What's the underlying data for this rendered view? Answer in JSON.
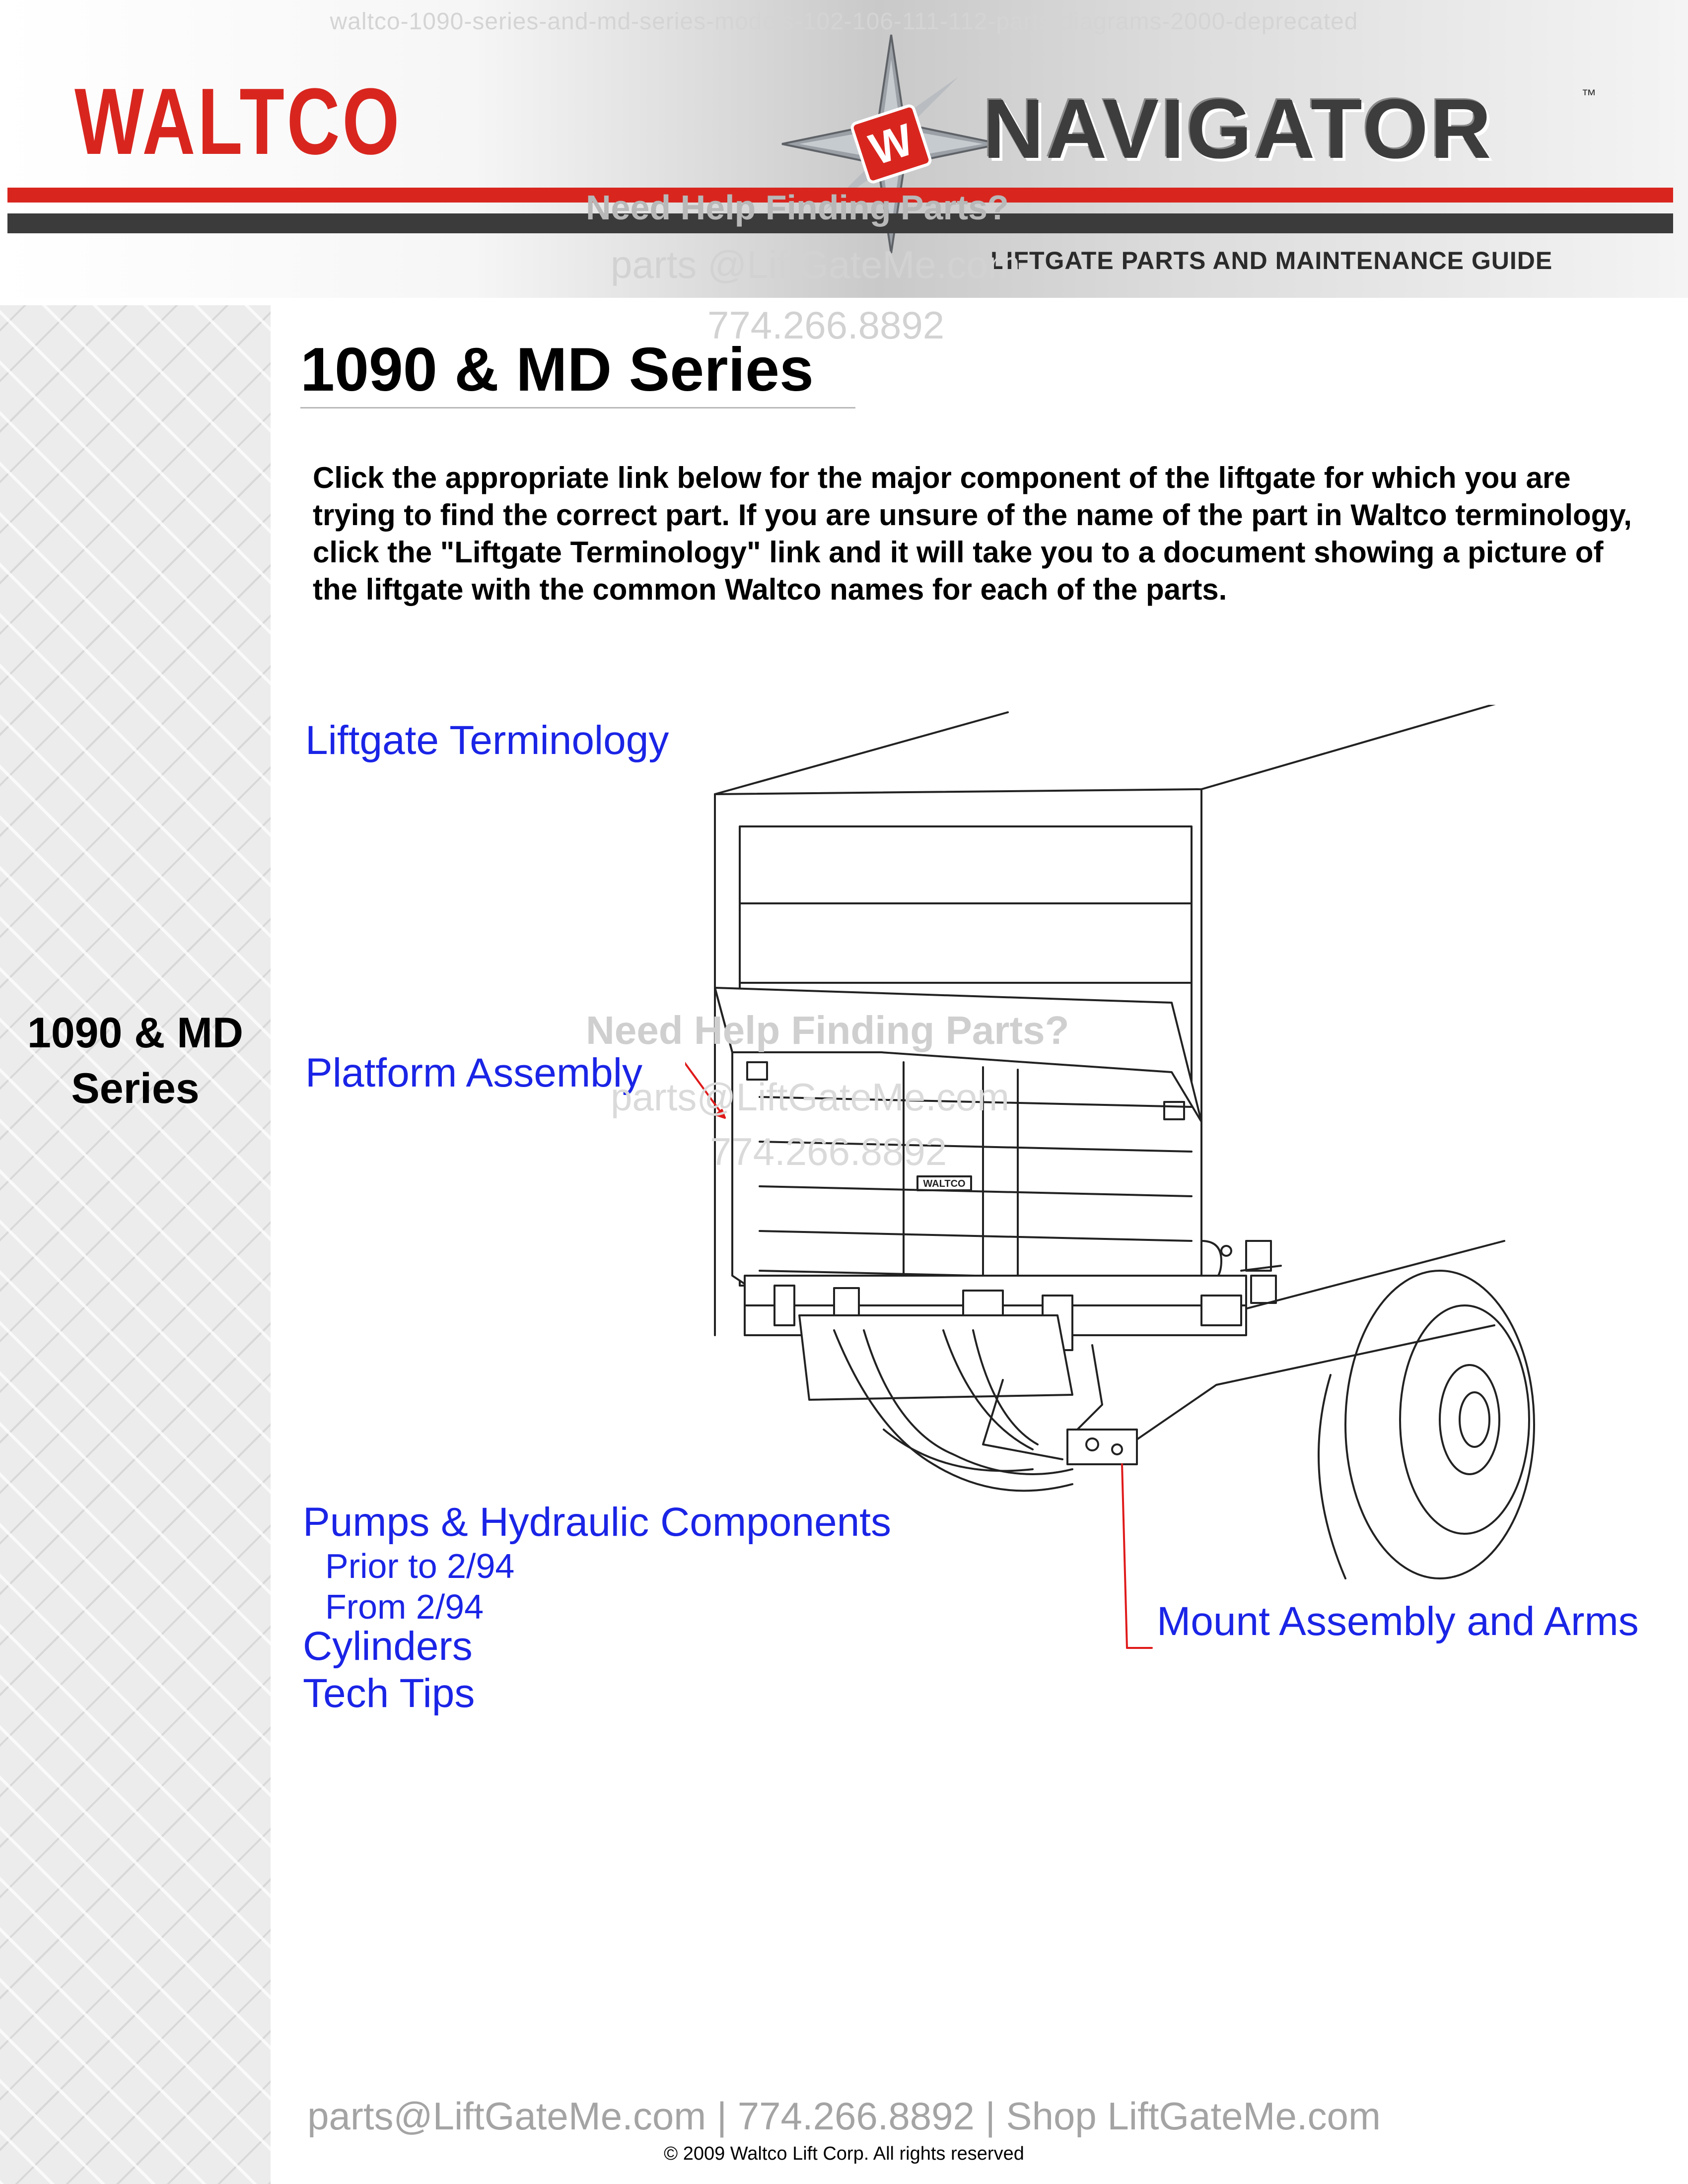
{
  "document_slug": "waltco-1090-series-and-md-series-models-102-106-111-112-parts-diagrams-2000-deprecated",
  "header": {
    "brand": "WALTCO",
    "badge_letter": "W",
    "product_logo": "NAVIGATOR",
    "trademark": "™",
    "subtitle": "LIFTGATE PARTS AND MAINTENANCE GUIDE"
  },
  "watermark": {
    "cta": "Need Help Finding Parts?",
    "email": "parts @LiftGateMe.com",
    "email_mid": "parts@LiftGateMe.com",
    "phone": "774.266.8892"
  },
  "sidebar": {
    "title_line1": "1090 & MD",
    "title_line2": "Series"
  },
  "main": {
    "title": "1090 & MD Series",
    "intro": "Click the appropriate link below for the major component of the liftgate for which you are trying to find the correct part. If you are unsure of the name of the part in Waltco terminology, click the \"Liftgate Terminology\" link and it will take you to a document showing a picture of the liftgate with the common Waltco names for each of the parts."
  },
  "links": {
    "liftgate_terminology": "Liftgate Terminology",
    "platform_assembly": "Platform Assembly",
    "pumps_hydraulic": "Pumps & Hydraulic Components",
    "prior_to": "Prior to 2/94",
    "from": "From 2/94",
    "cylinders": "Cylinders",
    "tech_tips": "Tech Tips",
    "mount_assembly": "Mount Assembly and Arms"
  },
  "diagram": {
    "plate_label": "WALTCO"
  },
  "colors": {
    "brand_red": "#d8261f",
    "link_blue": "#1a24e6",
    "dark_stripe": "#3b3b3b"
  },
  "footer": {
    "contact": "parts@LiftGateMe.com | 774.266.8892 | Shop LiftGateMe.com",
    "copyright": "© 2009 Waltco Lift Corp. All rights reserved"
  }
}
